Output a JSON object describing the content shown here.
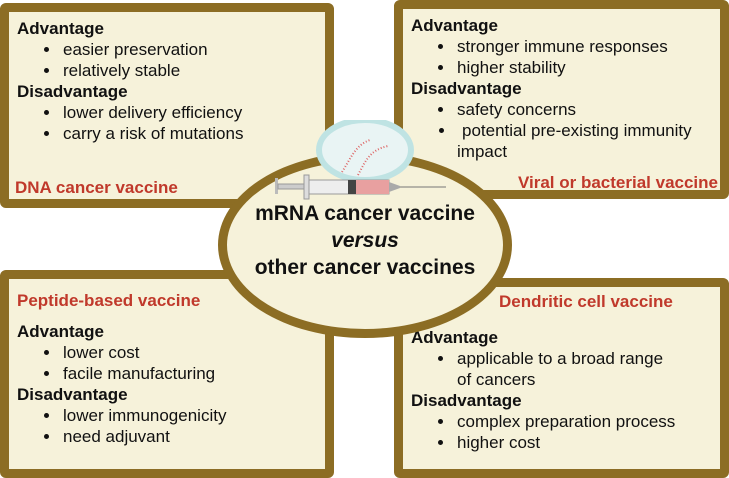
{
  "boxes": [
    {
      "title": "DNA cancer vaccine",
      "advantage_label": "Advantage",
      "advantages": [
        "easier preservation",
        "relatively stable"
      ],
      "disadvantage_label": "Disadvantage",
      "disadvantages": [
        "lower delivery efficiency",
        "carry a risk of mutations"
      ]
    },
    {
      "title": "Viral or bacterial vaccine",
      "advantage_label": "Advantage",
      "advantages": [
        "stronger immune responses",
        "higher stability"
      ],
      "disadvantage_label": "Disadvantage",
      "disadvantages": [
        "safety concerns",
        "potential pre-existing immunity impact"
      ]
    },
    {
      "title": "Peptide-based vaccine",
      "advantage_label": "Advantage",
      "advantages": [
        "lower cost",
        "facile manufacturing"
      ],
      "disadvantage_label": "Disadvantage",
      "disadvantages": [
        "lower immunogenicity",
        "need adjuvant"
      ]
    },
    {
      "title": "Dendritic cell vaccine",
      "advantage_label": "Advantage",
      "advantages": [
        "applicable to a broad range of cancers"
      ],
      "disadvantage_label": "Disadvantage",
      "disadvantages": [
        "complex preparation process",
        "higher cost"
      ]
    }
  ],
  "center": {
    "line1": "mRNA cancer vaccine",
    "line2": "versus",
    "line3": "other cancer vaccines"
  },
  "colors": {
    "border": "#8c6d24",
    "fill": "#f6f2da",
    "title": "#c0392b"
  }
}
